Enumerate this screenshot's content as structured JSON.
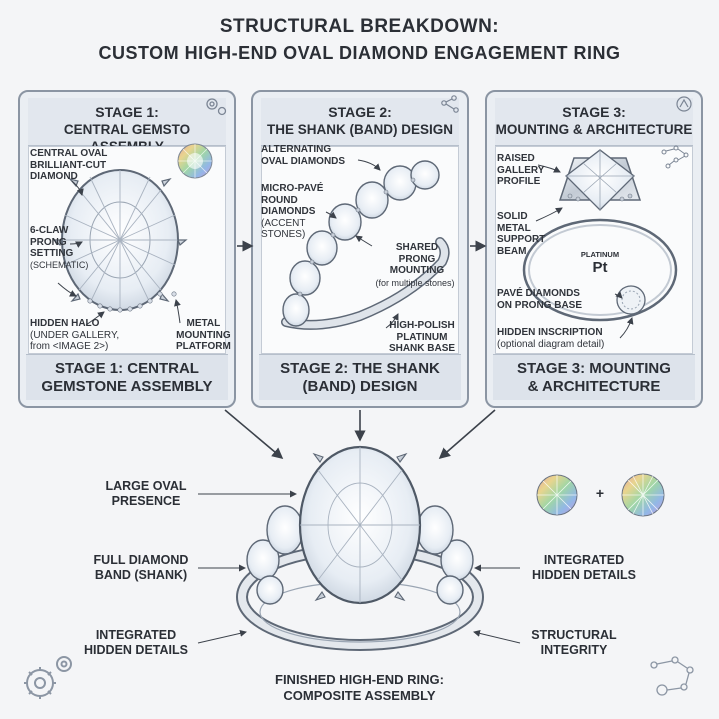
{
  "title": {
    "line1": "STRUCTURAL BREAKDOWN:",
    "line2": "CUSTOM HIGH-END OVAL DIAMOND ENGAGEMENT RING"
  },
  "panels": [
    {
      "head1": "STAGE 1:",
      "head2": "CENTRAL GEMSTO ASSEMBLY",
      "foot1": "STAGE 1: CENTRAL",
      "foot2": "GEMSTONE ASSEMBLY",
      "labels": {
        "central1": "CENTRAL OVAL",
        "central2": "BRILLIANT-CUT",
        "central3": "DIAMOND",
        "claw1": "6-CLAW",
        "claw2": "PRONG",
        "claw3": "SETTING",
        "claw4": "(SCHEMATIC)",
        "halo1": "HIDDEN HALO",
        "halo2": "(UNDER GALLERY,",
        "halo3": "from <IMAGE 2>)",
        "metal1": "METAL",
        "metal2": "MOUNTING",
        "metal3": "PLATFORM"
      }
    },
    {
      "head1": "STAGE 2:",
      "head2": "THE SHANK (BAND) DESIGN",
      "foot1": "STAGE 2: THE SHANK",
      "foot2": "(BAND) DESIGN",
      "labels": {
        "alt1": "ALTERNATING",
        "alt2": "OVAL DIAMONDS",
        "micro1": "MICRO-PAVÉ",
        "micro2": "ROUND",
        "micro3": "DIAMONDS",
        "micro4": "(ACCENT",
        "micro5": "STONES)",
        "shared1": "SHARED",
        "shared2": "PRONG",
        "shared3": "MOUNTING",
        "shared4": "(for multiple stones)",
        "polish1": "HIGH-POLISH",
        "polish2": "PLATINUM",
        "polish3": "SHANK BASE"
      }
    },
    {
      "head1": "STAGE 3:",
      "head2": "MOUNTING & ARCHITECTURE",
      "foot1": "STAGE 3: MOUNTING",
      "foot2": "& ARCHITECTURE",
      "labels": {
        "raised1": "RAISED",
        "raised2": "GALLERY",
        "raised3": "PROFILE",
        "solid1": "SOLID",
        "solid2": "METAL",
        "solid3": "SUPPORT",
        "solid4": "BEAM",
        "platinum": "PLATINUM",
        "pt": "Pt",
        "pave1": "PAVÉ DIAMONDS",
        "pave2": "ON PRONG BASE",
        "hidden1": "HIDDEN INSCRIPTION",
        "hidden2": "(optional diagram detail)"
      }
    }
  ],
  "composite": {
    "left1a": "LARGE OVAL",
    "left1b": "PRESENCE",
    "left2a": "FULL DIAMOND",
    "left2b": "BAND (SHANK)",
    "left3a": "INTEGRATED",
    "left3b": "HIDDEN DETAILS",
    "right1a": "INTEGRATED",
    "right1b": "HIDDEN DETAILS",
    "right2a": "STRUCTURAL",
    "right2b": "INTEGRITY",
    "plus": "+",
    "final1": "FINISHED HIGH-END RING:",
    "final2": "COMPOSITE ASSEMBLY"
  },
  "colors": {
    "outline": "#6f7a88",
    "panel_bg": "#eaeef3",
    "metal": "#c9d0d9",
    "diamond": "#eef3f8"
  }
}
